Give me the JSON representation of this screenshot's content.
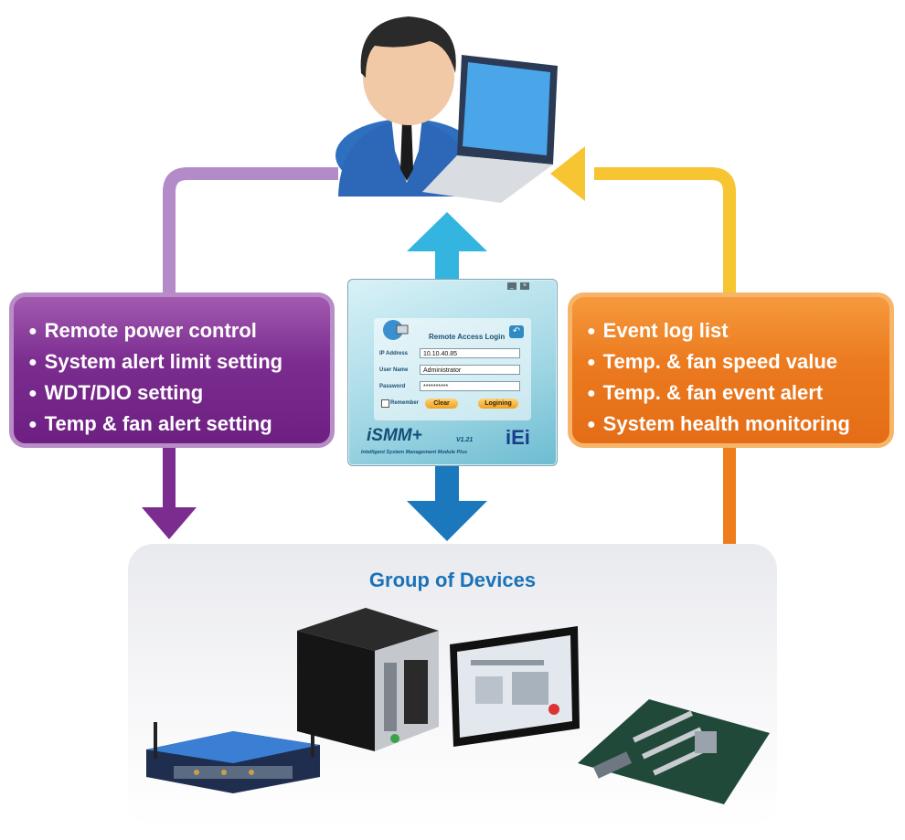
{
  "left_box": {
    "items": [
      "Remote power control",
      "System alert limit setting",
      "WDT/DIO setting",
      "Temp & fan alert setting"
    ]
  },
  "right_box": {
    "items": [
      "Event log list",
      "Temp. & fan speed value",
      "Temp. & fan event alert",
      "System health monitoring"
    ]
  },
  "login": {
    "title": "Remote Access Login",
    "ip_label": "IP Address",
    "ip_value": "10.10.40.85",
    "user_label": "User Name",
    "user_value": "Administrator",
    "password_label": "Password",
    "password_value": "**********",
    "remember_label": "Remember",
    "clear_label": "Clear",
    "login_label": "Logining",
    "logo_text": "iSMM+",
    "version": "V1.21",
    "subtitle": "Intelligent System Management Module Plus",
    "brand": "iEi"
  },
  "devices": {
    "title": "Group of Devices"
  },
  "colors": {
    "purple": "#7b2c8f",
    "orange": "#ec7a1f",
    "yellow": "#f6c531",
    "cyan": "#33b5e0",
    "blue": "#1b78bd"
  }
}
